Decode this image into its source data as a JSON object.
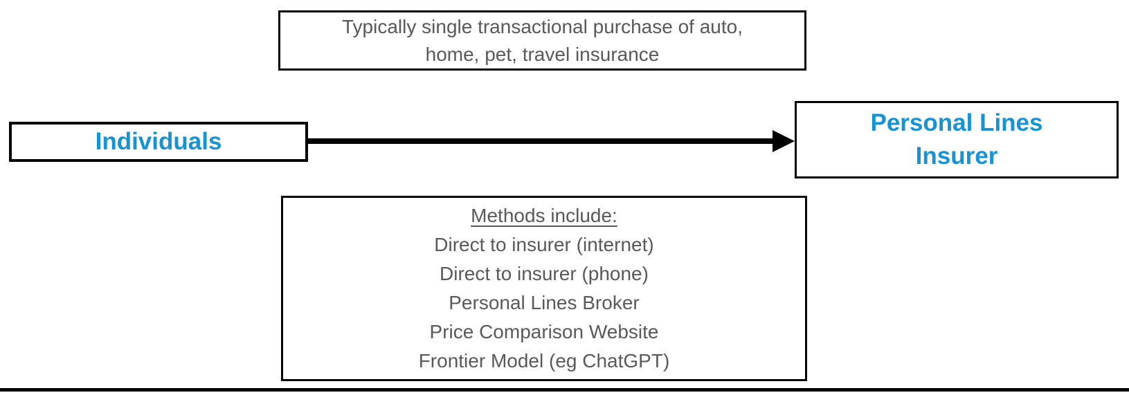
{
  "colors": {
    "accent_blue": "#1793D1",
    "text_gray": "#595959",
    "border_black": "#000000"
  },
  "diagram": {
    "top_note": {
      "text": "Typically single transactional purchase of auto, home, pet, travel insurance",
      "lines": [
        "Typically single transactional purchase of auto,",
        "home, pet, travel insurance"
      ]
    },
    "left_entity": {
      "label": "Individuals"
    },
    "arrow": {
      "direction": "left-to-right"
    },
    "right_entity": {
      "label": "Personal Lines Insurer",
      "lines": [
        "Personal Lines",
        "Insurer"
      ]
    },
    "methods_note": {
      "heading": "Methods include:",
      "items": [
        "Direct to insurer (internet)",
        "Direct to insurer (phone)",
        "Personal Lines Broker",
        "Price Comparison Website",
        "Frontier Model (eg ChatGPT)"
      ]
    }
  }
}
